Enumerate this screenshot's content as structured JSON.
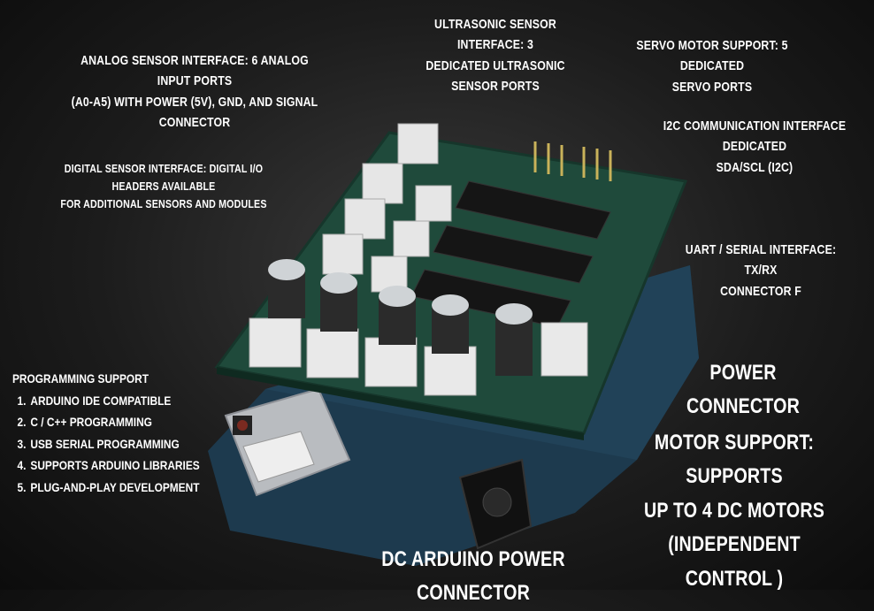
{
  "labels": {
    "ultrasonic": [
      "Ultrasonic sensor interface: 3",
      "dedicated ultrasonic sensor ports"
    ],
    "servo": [
      "Servo motor support: 5 dedicated",
      "servo ports"
    ],
    "analog": [
      "Analog sensor interface: 6 analog input ports",
      "(A0-A5) with power (5V), GND, and signal",
      "connector"
    ],
    "digital": [
      "Digital sensor interface: Digital I/O headers available",
      "for additional sensors and modules"
    ],
    "i2c": [
      "I2C communication interface dedicated",
      "SDA/SCL (I2C)"
    ],
    "uart": [
      "UART / Serial interface: TX/RX",
      "connector F"
    ],
    "power": "Power connector",
    "motor": [
      "Motor support: supports",
      "up to 4 DC motors",
      "(independent control )"
    ],
    "dc_power": "DC Arduino power connector"
  },
  "programming": {
    "title": "Programming support",
    "items": [
      "Arduino IDE compatible",
      "C / C++ programming",
      "USB serial programming",
      "Supports Arduino libraries",
      "Plug-and-play development"
    ]
  }
}
